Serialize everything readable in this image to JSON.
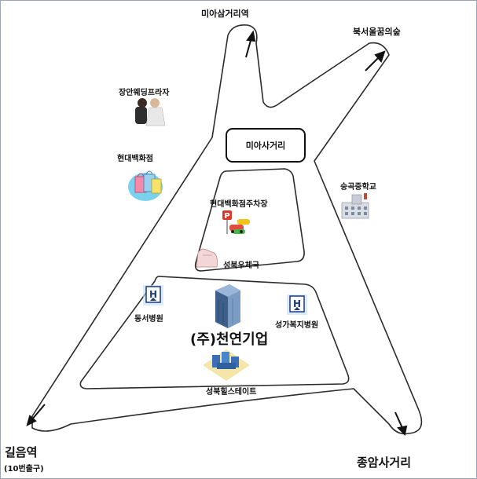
{
  "map": {
    "labels": {
      "top_intersection": "미아삼거리역",
      "top_right": "북서울꿈의숲",
      "wedding": "장안웨딩프라자",
      "dept_store": "현대백화점",
      "center_intersection": "미아사거리",
      "school": "숭곡중학교",
      "parking": "현대백화점주차장",
      "post_office": "성북우체국",
      "hospital_left": "동서병원",
      "hospital_right": "성가복지병원",
      "company": "(주)천연기업",
      "apartment": "성북힐스테이트",
      "station_bottom_left": "길음역",
      "station_exit": "(10번출구)",
      "bottom_right": "종암사거리"
    },
    "icons": [
      "wedding-couple-icon",
      "shopping-bags-icon",
      "parking-cars-icon",
      "school-building-icon",
      "post-office-icon",
      "hospital-sign-icon",
      "office-building-icon",
      "apartment-complex-icon",
      "direction-arrow-icon"
    ],
    "colors": {
      "road_outline": "#2a2a2a",
      "road_fill": "#ffffff",
      "hospital_bg": "#3c7fd0",
      "building": "#4a6f9a"
    }
  }
}
